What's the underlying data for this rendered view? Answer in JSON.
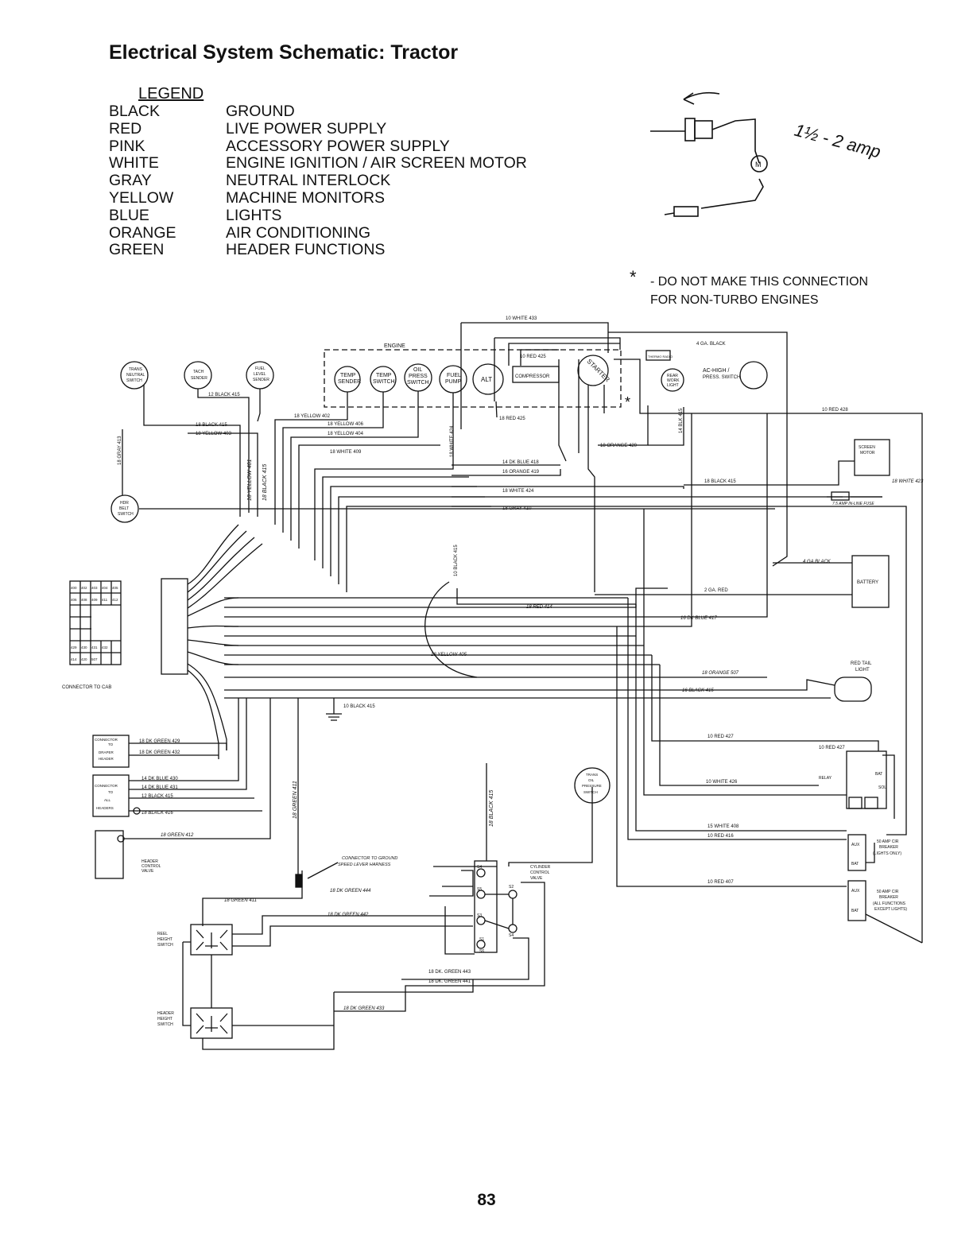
{
  "page": {
    "title": "Electrical System Schematic: Tractor",
    "page_number": "83"
  },
  "legend": {
    "heading": "LEGEND",
    "entries": [
      {
        "color": "BLACK",
        "meaning": "GROUND"
      },
      {
        "color": "RED",
        "meaning": "LIVE POWER SUPPLY"
      },
      {
        "color": "PINK",
        "meaning": "ACCESSORY POWER SUPPLY"
      },
      {
        "color": "WHITE",
        "meaning": "ENGINE IGNITION / AIR SCREEN MOTOR"
      },
      {
        "color": "GRAY",
        "meaning": "NEUTRAL INTERLOCK"
      },
      {
        "color": "YELLOW",
        "meaning": "MACHINE MONITORS"
      },
      {
        "color": "BLUE",
        "meaning": "LIGHTS"
      },
      {
        "color": "ORANGE",
        "meaning": "AIR CONDITIONING"
      },
      {
        "color": "GREEN",
        "meaning": "HEADER FUNCTIONS"
      }
    ]
  },
  "note": {
    "star": "*",
    "line1": "- DO NOT MAKE THIS CONNECTION",
    "line2": "FOR NON-TURBO ENGINES"
  },
  "handwritten": {
    "amp_note": "1½ - 2 amp",
    "meter": "M"
  },
  "components": {
    "engine": "ENGINE",
    "trans_neutral": [
      "TRANS",
      "NEUTRAL",
      "SWITCH"
    ],
    "tach_sender": [
      "TACH",
      "SENDER"
    ],
    "fuel_level_sender": [
      "FUEL",
      "LEVEL",
      "SENDER"
    ],
    "temp_sender": [
      "TEMP",
      "SENDER"
    ],
    "temp_switch": [
      "TEMP",
      "SWITCH"
    ],
    "oil_press_switch": [
      "OIL",
      "PRESS",
      "SWITCH"
    ],
    "fuel_pump": [
      "FUEL",
      "PUMP"
    ],
    "alt": "ALT",
    "compressor": "COMPRESSOR",
    "starter": "STARTER",
    "thermo_radio": "THERMO RADIO",
    "rear_work_light": [
      "REAR",
      "WORK",
      "LIGHT"
    ],
    "ac_high_press": [
      "AC-HIGH /",
      "PRESS. SWITCH"
    ],
    "hdr_belt_switch": [
      "HDR",
      "BELT",
      "SWITCH"
    ],
    "screen_motor": [
      "SCREEN",
      "MOTOR"
    ],
    "battery": "BATTERY",
    "red_tail_light": [
      "RED TAIL",
      "LIGHT"
    ],
    "connector_to_cab": "CONNECTOR TO CAB",
    "connector_draper": [
      "CONNECTOR",
      "TO",
      "DRAPER",
      "HEADER"
    ],
    "connector_all_headers": [
      "CONNECTOR",
      "TO",
      "ALL",
      "HEADERS"
    ],
    "header_control_valve": [
      "HEADER",
      "CONTROL",
      "VALVE"
    ],
    "connector_ground_speed": [
      "CONNECTOR TO GROUND",
      "SPEED LEVER HARNESS"
    ],
    "cylinder_control_valve": [
      "CYLINDER",
      "CONTROL",
      "VALVE"
    ],
    "trans_oil_pressure": [
      "TRANS",
      "OIL",
      "PRESSURE",
      "SWITCH"
    ],
    "relay": "RELAY",
    "reel_height_switch": [
      "REEL",
      "HEIGHT",
      "SWITCH"
    ],
    "header_height_switch": [
      "HEADER",
      "HEIGHT",
      "SWITCH"
    ],
    "breaker_lights": [
      "50 AMP CIR",
      "BREAKER",
      "(LIGHTS ONLY)"
    ],
    "breaker_functions": [
      "50 AMP CIR",
      "BREAKER",
      "(ALL FUNCTIONS",
      "EXCEPT LIGHTS)"
    ],
    "fuse": "7.5 AMP IN-LINE FUSE",
    "aux": "AUX",
    "bat": "BAT",
    "sol": "SOL",
    "valve_ports": [
      "S4",
      "S5",
      "S3",
      "S2",
      "S1",
      "S4",
      "S6"
    ]
  },
  "connector_grid": {
    "rows": [
      [
        "400",
        "402",
        "403",
        "404",
        "405"
      ],
      [
        "406",
        "408",
        "409",
        "411",
        "412"
      ],
      [
        "",
        "",
        "",
        "",
        ""
      ],
      [
        "",
        "",
        "",
        "",
        ""
      ],
      [
        "",
        "",
        "",
        "",
        ""
      ],
      [
        "429",
        "430",
        "431",
        "432",
        ""
      ],
      [
        "414",
        "420",
        "507",
        "",
        ""
      ]
    ]
  },
  "wire_labels": {
    "w_10_white_433": "10 WHITE 433",
    "w_4ga_black_top": "4 GA. BLACK",
    "w_10_red_425_top": "10 RED 425",
    "w_18_red_425": "18 RED 425",
    "w_10_red_428": "10 RED 428",
    "w_12_black_415": "12 BLACK 415",
    "w_18_black_415_a": "18 BLACK 415",
    "w_18_yellow_403": "18 YELLOW 403",
    "w_18_yellow_402": "18 YELLOW 402",
    "w_18_yellow_406": "18 YELLOW 406",
    "w_18_yellow_404": "18 YELLOW 404",
    "w_18_white_409": "18 WHITE 409",
    "w_18_white_424": "18 WHITE 424",
    "w_18_orange_420": "18 ORANGE 420",
    "w_14_blk_415": "14 BLK 415",
    "w_14_dk_blue_418": "14 DK BLUE 418",
    "w_16_orange_419": "16 ORANGE 419",
    "w_18_white_424_b": "18 WHITE 424",
    "w_18_gray_410": "18 GRAY 410",
    "w_18_black_415_b": "18 BLACK 415",
    "w_18_white_423": "18 WHITE 423",
    "w_18_gray_413": "18 GRAY 413",
    "w_18_yellow_401": "18 YELLOW 401",
    "w_18_black_415_c": "18 BLACK 415",
    "w_10_black_415_vert": "10 BLACK 415",
    "w_4ga_black_batt": "4 GA BLACK",
    "w_2ga_red": "2 GA. RED",
    "w_18_red_414": "18 RED 414",
    "w_16_dk_blue_417": "16 DK BLUE 417",
    "w_18_yellow_405": "18 YELLOW 405",
    "w_18_orange_507": "18 ORANGE 507",
    "w_16_black_415": "16 BLACK 415",
    "w_10_black_415_gnd": "10 BLACK 415",
    "w_10_red_427_a": "10 RED 427",
    "w_10_red_427_b": "10 RED 427",
    "w_10_white_426": "10 WHITE 426",
    "w_18_dk_green_429": "18 DK GREEN 429",
    "w_18_dk_green_432": "18 DK GREEN 432",
    "w_14_dk_blue_430": "14 DK BLUE 430",
    "w_14_dk_blue_431": "14 DK BLUE 431",
    "w_18_black_416": "18 BLACK 416",
    "w_18_green_412": "18 GREEN 412",
    "w_18_green_411_vert": "18 GREEN 411",
    "w_18_black_415_vert2": "18 BLACK 415",
    "w_18_green_411": "18 GREEN 411",
    "w_18_dk_green_444": "18 DK GREEN 444",
    "w_18_dk_green_442": "18 DK GREEN 442",
    "w_18_dk_green_443": "18 DK. GREEN 443",
    "w_18_dk_green_441": "18 DK. GREEN 441",
    "w_18_dk_green_433": "18 DK GREEN 433",
    "w_15_white_408": "15 WHITE 408",
    "w_10_red_416": "10 RED 416",
    "w_10_red_407": "10 RED 407"
  }
}
